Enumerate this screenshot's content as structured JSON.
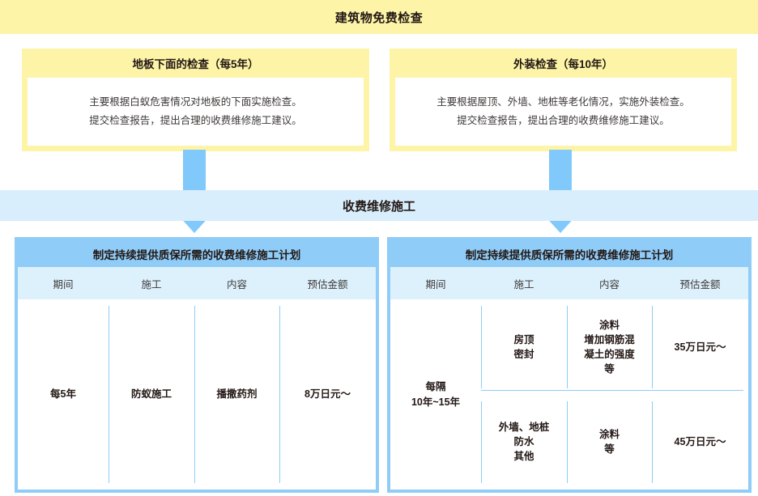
{
  "banner": {
    "title": "建筑物免费检查"
  },
  "inspections": [
    {
      "name": "floor-underside-inspection",
      "title": "地板下面的检查（每5年）",
      "lines": [
        "主要根据白蚁危害情况对地板的下面实施检查。",
        "提交检查报告，提出合理的收费维修施工建议。"
      ]
    },
    {
      "name": "exterior-inspection",
      "title": "外装检查（每10年）",
      "lines": [
        "主要根据屋顶、外墙、地桩等老化情况，实施外装检查。",
        "提交检查报告，提出合理的收费维修施工建议。"
      ]
    }
  ],
  "mid_band": {
    "title": "收费维修施工"
  },
  "plans": {
    "left": {
      "title": "制定持续提供质保所需的收费维修施工计划",
      "columns": [
        "期间",
        "施工",
        "内容",
        "预估金额"
      ],
      "period": "每5年",
      "rows": [
        {
          "work": "防蚁施工",
          "content": "播撒药剂",
          "amount": "8万日元～"
        }
      ]
    },
    "right": {
      "title": "制定持续提供质保所需的收费维修施工计划",
      "columns": [
        "期间",
        "施工",
        "内容",
        "预估金额"
      ],
      "period_line1": "每隔",
      "period_line2": "10年~15年",
      "rows": [
        {
          "work": "房顶\n密封",
          "content": "涂料\n增加钢筋混\n凝土的强度\n等",
          "amount": "35万日元～"
        },
        {
          "work": "外墙、地桩\n防水\n其他",
          "content": "涂料\n等",
          "amount": "45万日元～"
        }
      ]
    }
  },
  "colors": {
    "banner_yellow": "#fdf4a8",
    "band_light_blue": "#d9eefc",
    "plan_blue": "#8fccf7",
    "colhead_blue": "#ddf1fd",
    "arrow_blue": "#81c9fb",
    "text_dark": "#231815"
  }
}
